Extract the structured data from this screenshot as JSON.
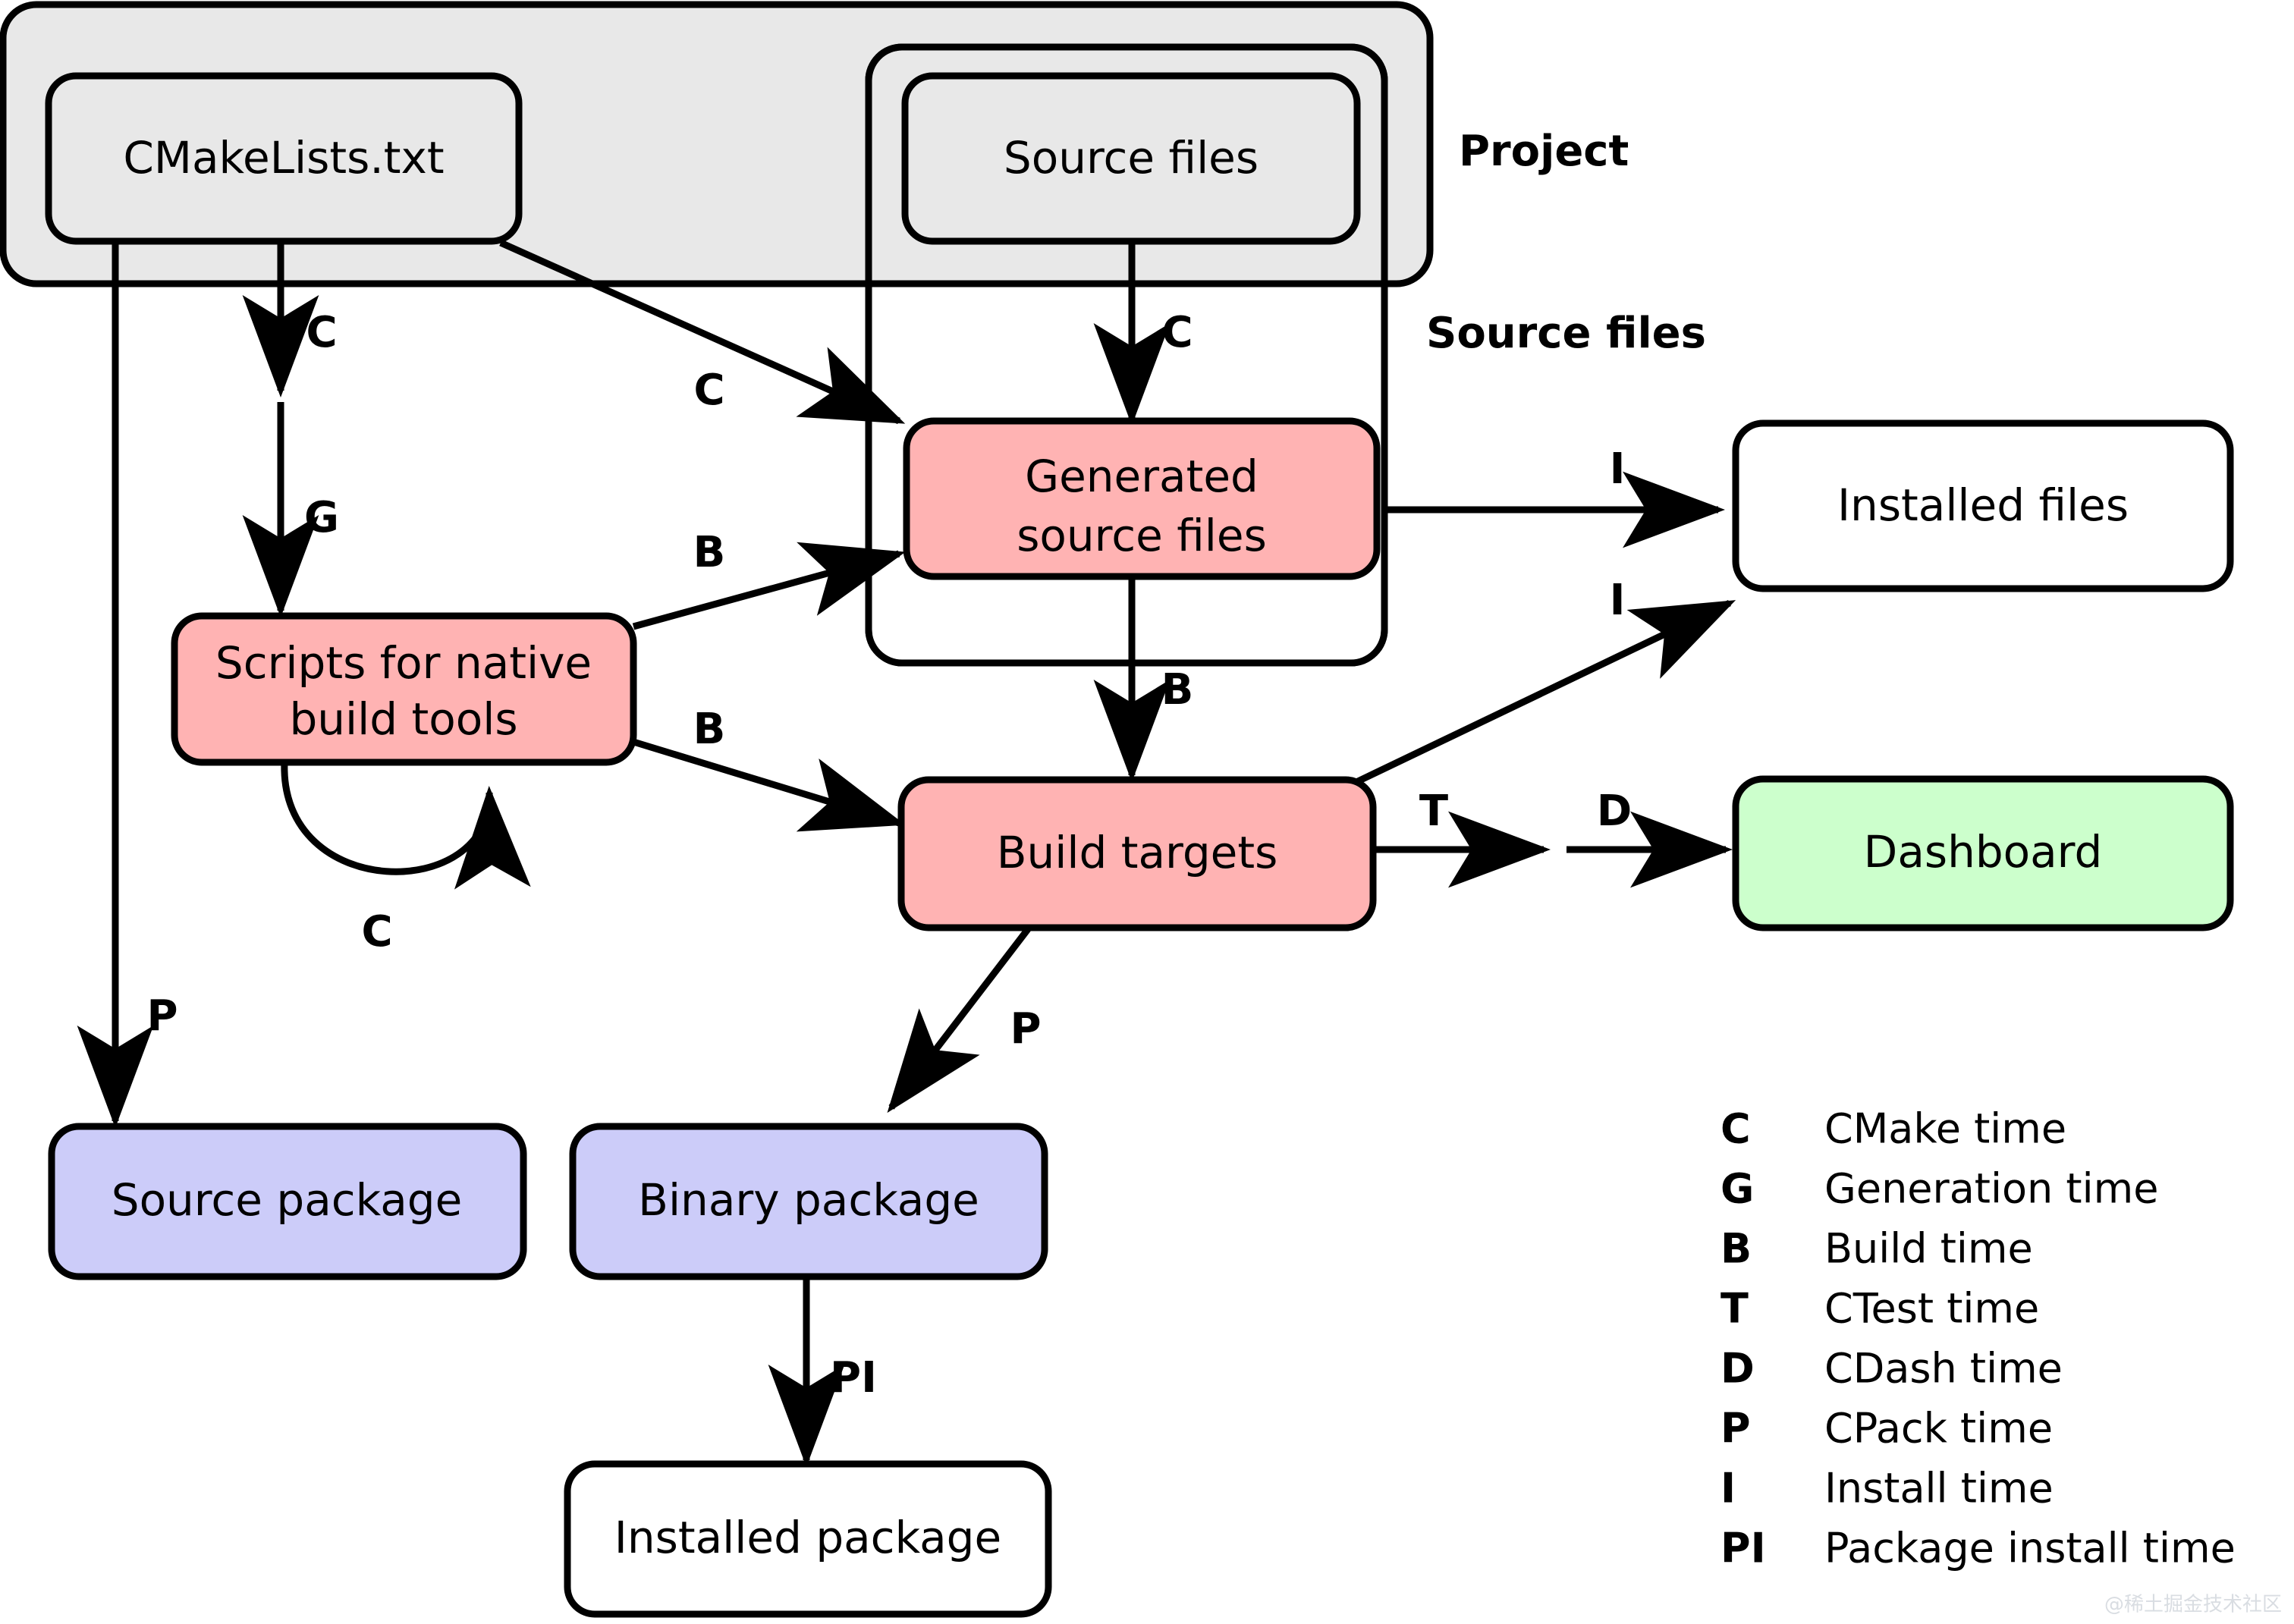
{
  "diagram": {
    "title": "CMake build pipeline flow",
    "colors": {
      "group_fill": "#e8e8e8",
      "node_white": "#ffffff",
      "node_pink": "#ffb3b3",
      "node_purple": "#ccccf9",
      "node_green": "#ccffcc",
      "stroke": "#000000",
      "watermark": "#d9dde2"
    },
    "groups": [
      {
        "id": "project",
        "label": "Project",
        "fill": "#e8e8e8"
      },
      {
        "id": "source-files-group",
        "label": "Source files",
        "fill": "#ffffff"
      }
    ],
    "nodes": [
      {
        "id": "cmakelists",
        "label": "CMakeLists.txt",
        "fill": "#e8e8e8"
      },
      {
        "id": "source-files",
        "label": "Source files",
        "fill": "#e8e8e8"
      },
      {
        "id": "generated-sources",
        "label": "Generated\nsource files",
        "line1": "Generated",
        "line2": "source files",
        "fill": "#ffb3b3"
      },
      {
        "id": "scripts",
        "label": "Scripts for native\nbuild tools",
        "line1": "Scripts for native",
        "line2": "build tools",
        "fill": "#ffb3b3"
      },
      {
        "id": "build-targets",
        "label": "Build targets",
        "fill": "#ffb3b3"
      },
      {
        "id": "installed-files",
        "label": "Installed files",
        "fill": "#ffffff"
      },
      {
        "id": "dashboard",
        "label": "Dashboard",
        "fill": "#ccffcc"
      },
      {
        "id": "source-package",
        "label": "Source package",
        "fill": "#ccccf9"
      },
      {
        "id": "binary-package",
        "label": "Binary package",
        "fill": "#ccccf9"
      },
      {
        "id": "installed-package",
        "label": "Installed package",
        "fill": "#ffffff"
      }
    ],
    "edges": [
      {
        "id": "e-cmake-scripts-c",
        "from": "cmakelists",
        "to": "scripts",
        "label": "C"
      },
      {
        "id": "e-cmake-scripts-g",
        "from": "cmakelists",
        "to": "scripts",
        "label": "G"
      },
      {
        "id": "e-cmake-generated-c",
        "from": "cmakelists",
        "to": "generated-sources",
        "label": "C"
      },
      {
        "id": "e-src-generated-c",
        "from": "source-files",
        "to": "generated-sources",
        "label": "C"
      },
      {
        "id": "e-cmake-srcpkg-p",
        "from": "cmakelists",
        "to": "source-package",
        "label": "P"
      },
      {
        "id": "e-scripts-gen-b",
        "from": "scripts",
        "to": "generated-sources",
        "label": "B"
      },
      {
        "id": "e-scripts-build-b",
        "from": "scripts",
        "to": "build-targets",
        "label": "B"
      },
      {
        "id": "e-scripts-self-c",
        "from": "scripts",
        "to": "scripts",
        "label": "C"
      },
      {
        "id": "e-gen-build-b",
        "from": "generated-sources",
        "to": "build-targets",
        "label": "B"
      },
      {
        "id": "e-gen-installed-i",
        "from": "generated-sources",
        "to": "installed-files",
        "label": "I"
      },
      {
        "id": "e-build-installed-i",
        "from": "build-targets",
        "to": "installed-files",
        "label": "I"
      },
      {
        "id": "e-build-dash-t",
        "from": "build-targets",
        "to": "dashboard",
        "label": "T"
      },
      {
        "id": "e-build-dash-d",
        "from": "build-targets",
        "to": "dashboard",
        "label": "D"
      },
      {
        "id": "e-build-binpkg-p",
        "from": "build-targets",
        "to": "binary-package",
        "label": "P"
      },
      {
        "id": "e-binpkg-instpkg-pi",
        "from": "binary-package",
        "to": "installed-package",
        "label": "PI"
      }
    ],
    "legend": {
      "entries": [
        {
          "key": "C",
          "value": "CMake time"
        },
        {
          "key": "G",
          "value": "Generation time"
        },
        {
          "key": "B",
          "value": "Build time"
        },
        {
          "key": "T",
          "value": "CTest time"
        },
        {
          "key": "D",
          "value": "CDash time"
        },
        {
          "key": "P",
          "value": "CPack time"
        },
        {
          "key": "I",
          "value": "Install time"
        },
        {
          "key": "PI",
          "value": "Package install time"
        }
      ]
    },
    "watermark": "@稀土掘金技术社区"
  }
}
